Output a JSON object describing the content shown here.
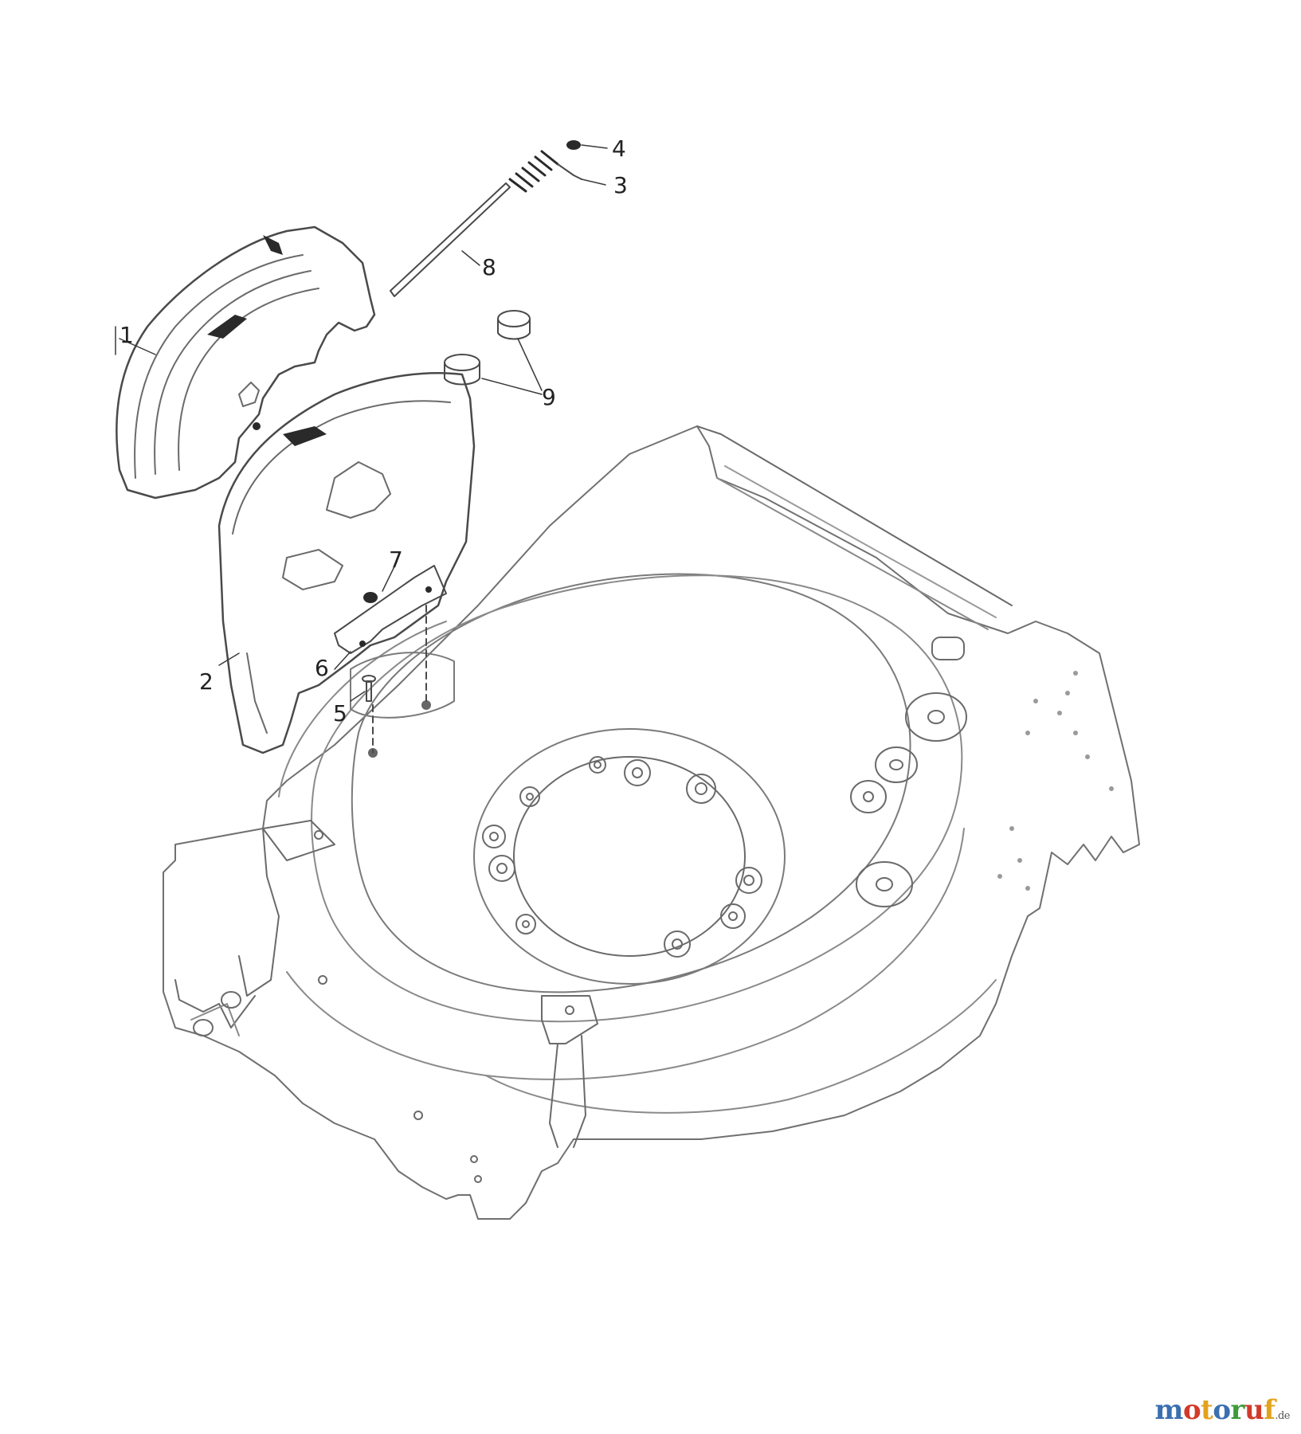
{
  "diagram": {
    "callouts": [
      {
        "id": "1",
        "label": "1"
      },
      {
        "id": "2",
        "label": "2"
      },
      {
        "id": "3",
        "label": "3"
      },
      {
        "id": "4",
        "label": "4"
      },
      {
        "id": "5",
        "label": "5"
      },
      {
        "id": "6",
        "label": "6"
      },
      {
        "id": "7",
        "label": "7"
      },
      {
        "id": "8",
        "label": "8"
      },
      {
        "id": "9",
        "label": "9"
      }
    ]
  },
  "watermark": {
    "letters": [
      {
        "ch": "m",
        "color": "#3a6fb0"
      },
      {
        "ch": "o",
        "color": "#d23a2a"
      },
      {
        "ch": "t",
        "color": "#e2a21c"
      },
      {
        "ch": "o",
        "color": "#3a6fb0"
      },
      {
        "ch": "r",
        "color": "#3f9a3a"
      },
      {
        "ch": "u",
        "color": "#d23a2a"
      },
      {
        "ch": "f",
        "color": "#e2a21c"
      }
    ],
    "suffix": ".de"
  },
  "colors": {
    "stroke": "#4a4a4a",
    "light_stroke": "#9a9a9a",
    "fill": "#ffffff",
    "dark": "#2a2a2a"
  }
}
